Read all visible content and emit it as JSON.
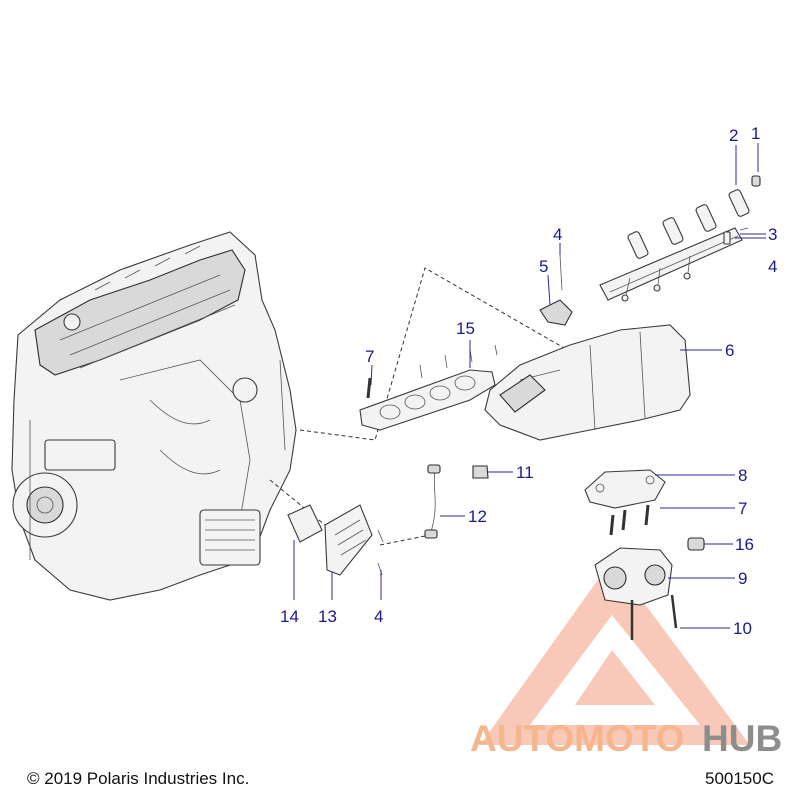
{
  "callouts": [
    {
      "id": "c1",
      "label": "1"
    },
    {
      "id": "c2",
      "label": "2"
    },
    {
      "id": "c3",
      "label": "3"
    },
    {
      "id": "c4a",
      "label": "4"
    },
    {
      "id": "c4b",
      "label": "4"
    },
    {
      "id": "c4c",
      "label": "4"
    },
    {
      "id": "c5",
      "label": "5"
    },
    {
      "id": "c6",
      "label": "6"
    },
    {
      "id": "c7a",
      "label": "7"
    },
    {
      "id": "c7b",
      "label": "7"
    },
    {
      "id": "c8",
      "label": "8"
    },
    {
      "id": "c9",
      "label": "9"
    },
    {
      "id": "c10",
      "label": "10"
    },
    {
      "id": "c11",
      "label": "11"
    },
    {
      "id": "c12",
      "label": "12"
    },
    {
      "id": "c13",
      "label": "13"
    },
    {
      "id": "c14",
      "label": "14"
    },
    {
      "id": "c15",
      "label": "15"
    },
    {
      "id": "c16",
      "label": "16"
    }
  ],
  "watermark": {
    "text_part1": "AUTOMOTO",
    "text_part2": "HUB",
    "color_primary": "#f08a6a",
    "color_secondary": "#f7c48a",
    "color_hub": "#7a7a7a"
  },
  "footer": {
    "copyright": "© 2019 Polaris Industries Inc.",
    "drawing_number": "500150C"
  },
  "colors": {
    "callout_text": "#1a1a8c",
    "leader_line": "#2a2a9a",
    "line_art": "#3a3a3a"
  }
}
